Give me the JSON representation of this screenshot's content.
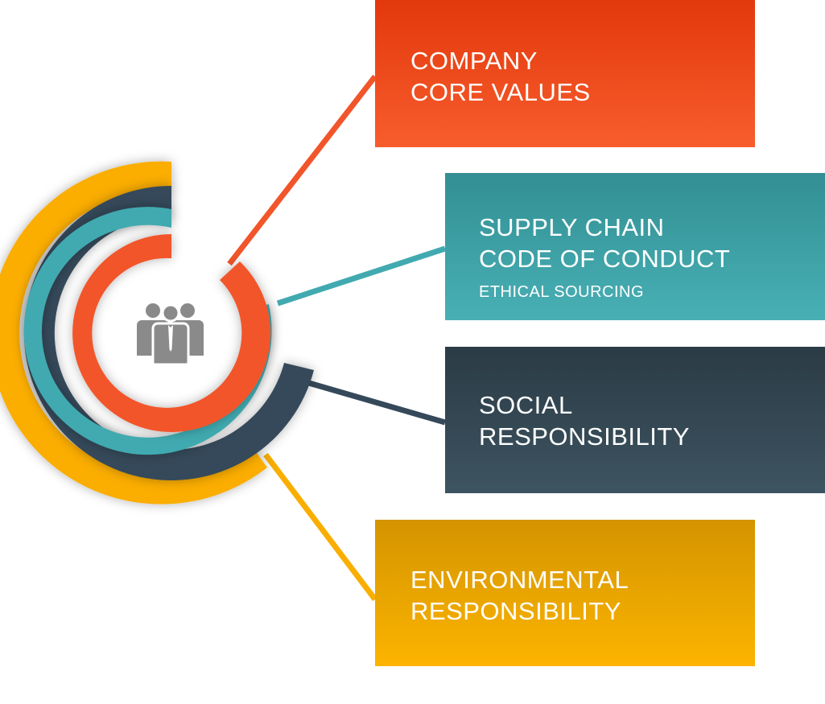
{
  "items": [
    {
      "title": "COMPANY\nCORE VALUES",
      "subtitle": "",
      "color": "#f2552a",
      "icon": "none"
    },
    {
      "title": "SUPPLY CHAIN\nCODE OF CONDUCT",
      "subtitle": "ETHICAL SOURCING",
      "color": "#41aab0",
      "icon": "none"
    },
    {
      "title": "SOCIAL\nRESPONSIBILITY",
      "subtitle": "",
      "color": "#35495a",
      "icon": "none"
    },
    {
      "title": "ENVIRONMENTAL\nRESPONSIBILITY",
      "subtitle": "",
      "color": "#f9ae00",
      "icon": "none"
    }
  ],
  "center": {
    "icon": "people-group-icon",
    "icon_color": "#8a8a8a"
  }
}
